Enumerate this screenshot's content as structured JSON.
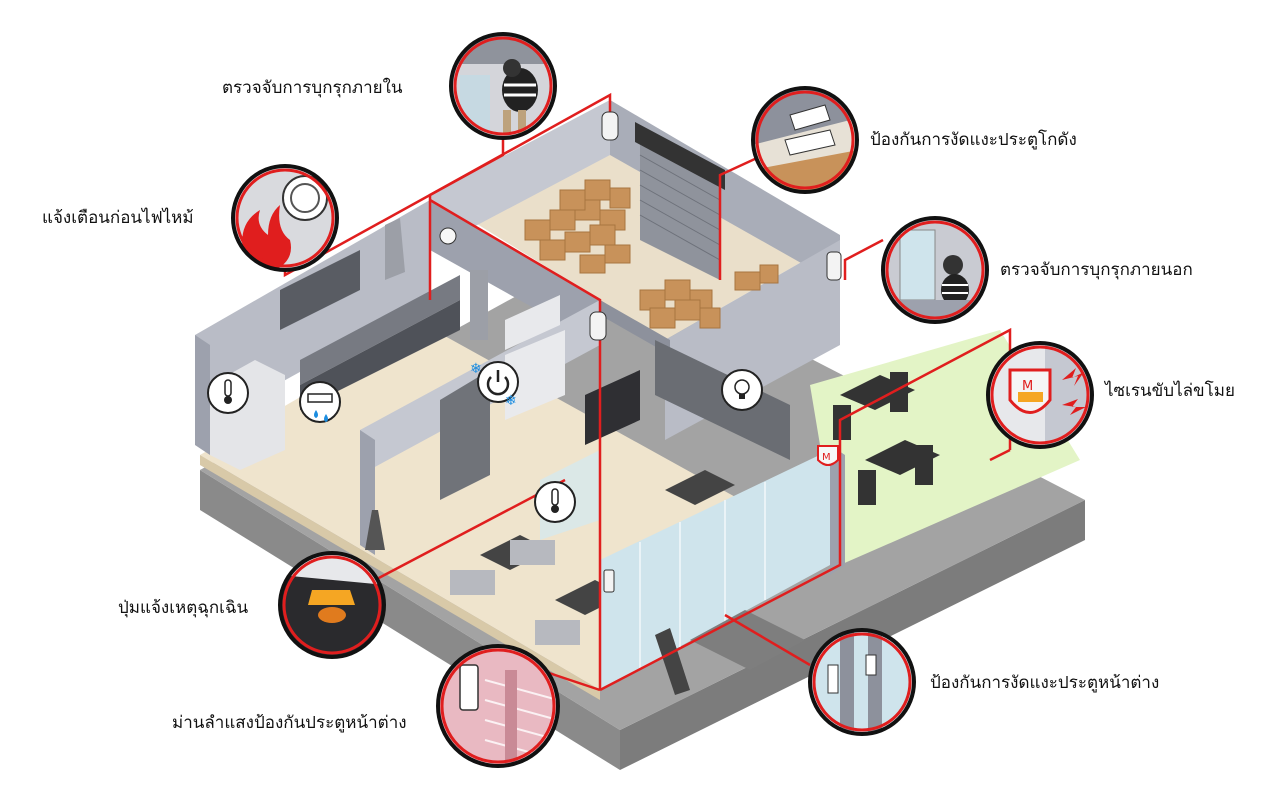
{
  "colors": {
    "accent_red": "#e01e1e",
    "wall_light": "#b9bcc6",
    "wall_dark": "#8d919c",
    "floor": "#efe4cd",
    "ground": "#9a9a9a",
    "patio": "#e3f4c6",
    "box": "#c8925a"
  },
  "labels": {
    "intrusion_inside": "ตรวจจับการบุกรุกภายใน",
    "fire_alert": "แจ้งเตือนก่อนไฟไหม้",
    "warehouse_door": "ป้องกันการงัดแงะประตูโกดัง",
    "intrusion_outside": "ตรวจจับการบุกรุกภายนอก",
    "siren": "ไซเรนขับไล่ขโมย",
    "panic_button": "ปุ่มแจ้งเหตุฉุกเฉิน",
    "window_door_pry": "ป้องกันการงัดแงะประตูหน้าต่าง",
    "beam_curtain": "ม่านลำแสงป้องกันประตูหน้าต่าง"
  },
  "icons": {
    "thermometer": "thermometer-icon",
    "water_leak": "water-leak-icon",
    "power": "power-icon",
    "light": "light-bulb-icon",
    "siren_badge": "siren-icon"
  }
}
